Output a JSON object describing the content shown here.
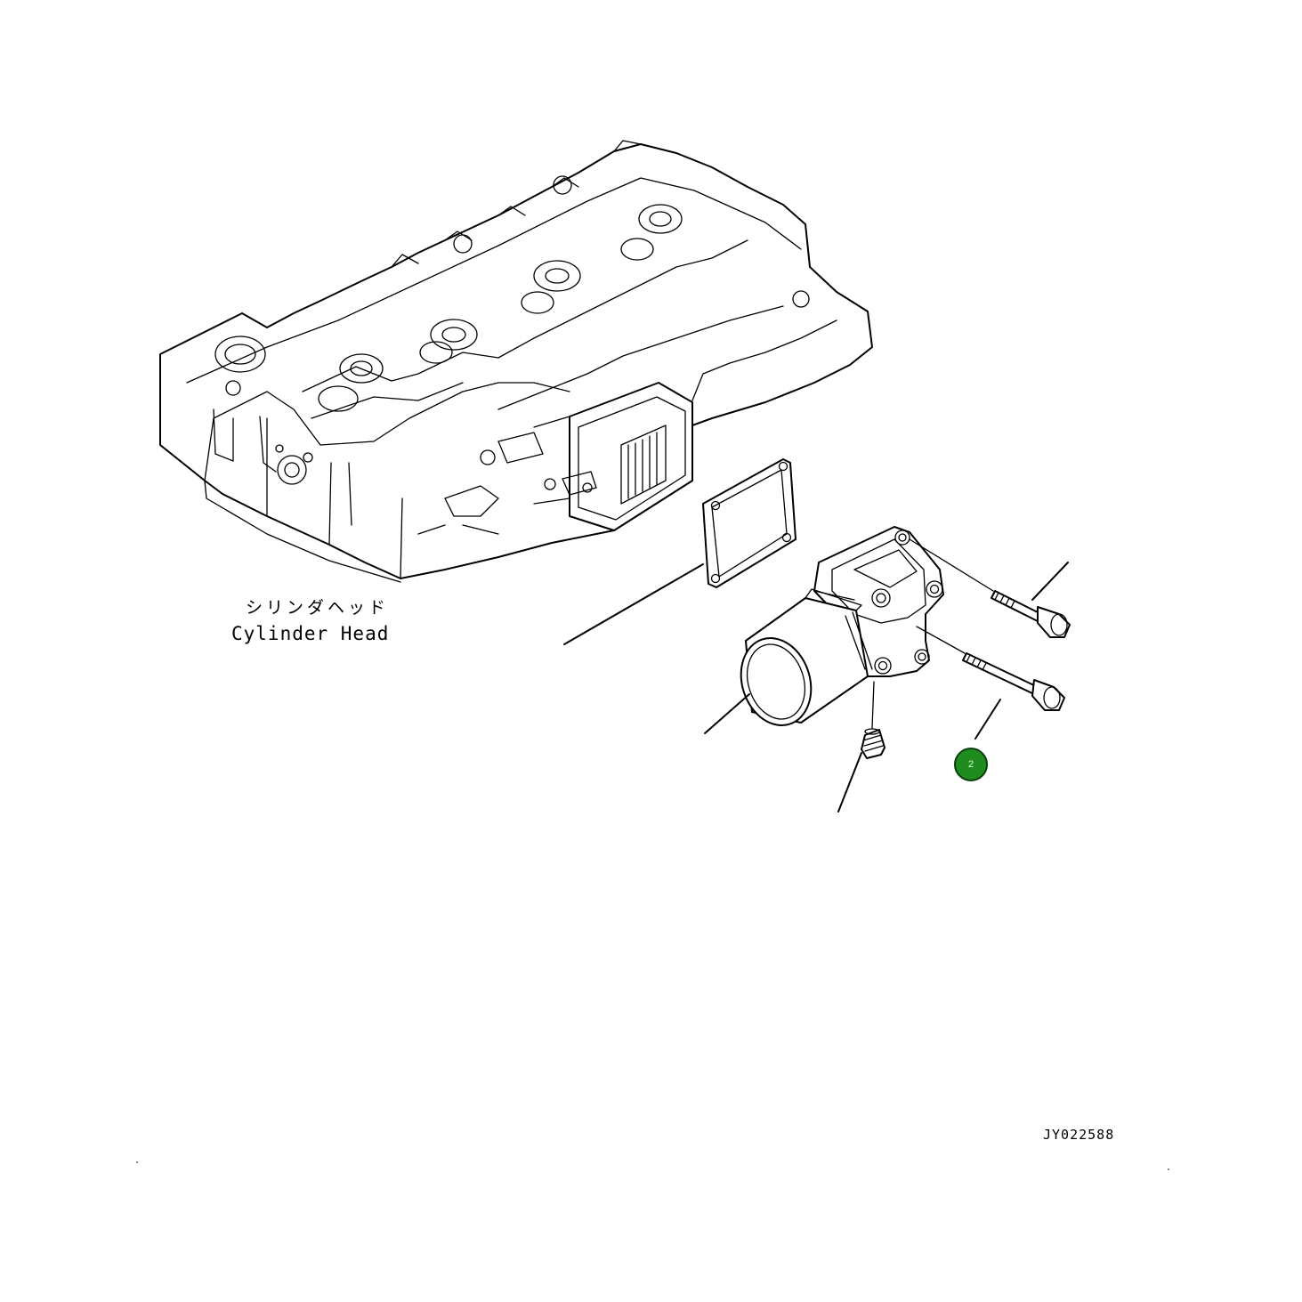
{
  "labels": {
    "part_name_jp": "シリンダヘッド",
    "part_name_en": "Cylinder Head",
    "drawing_code": "JY022588"
  },
  "callouts": [
    {
      "number": "2",
      "color": "#1e8c1e"
    }
  ]
}
